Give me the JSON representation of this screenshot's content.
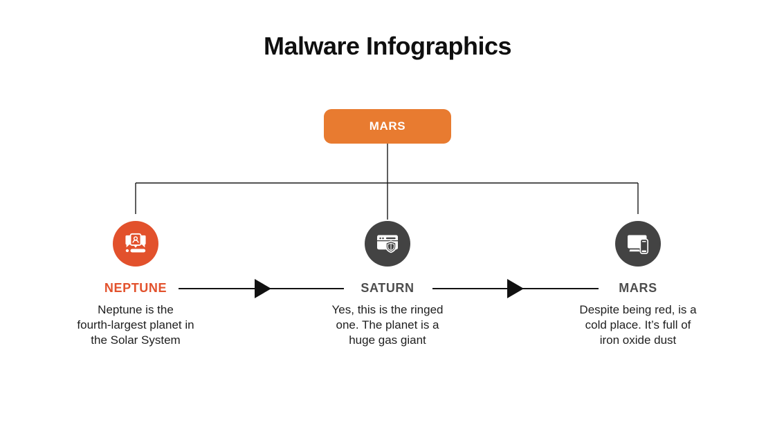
{
  "title": "Malware Infographics",
  "root_node": {
    "label": "MARS"
  },
  "nodes": [
    {
      "label": "NEPTUNE",
      "icon": "forum-user-icon",
      "desc_lines": [
        "Neptune is the",
        "fourth-largest planet in",
        "the Solar System"
      ]
    },
    {
      "label": "SATURN",
      "icon": "browser-shield-icon",
      "desc_lines": [
        "Yes, this is the ringed",
        "one. The planet is a",
        "huge gas giant"
      ]
    },
    {
      "label": "MARS",
      "icon": "devices-icon",
      "desc_lines": [
        "Despite being red, is a",
        "cold place. It’s full of",
        "iron oxide dust"
      ]
    }
  ],
  "colors": {
    "accent_orange": "#E2512C",
    "button_orange": "#E87B30",
    "dark_gray": "#434343",
    "label_gray": "#4D4D4D",
    "text_dark": "#1E1E1E",
    "line_black": "#1A1A1A",
    "background": "#FFFFFF"
  }
}
